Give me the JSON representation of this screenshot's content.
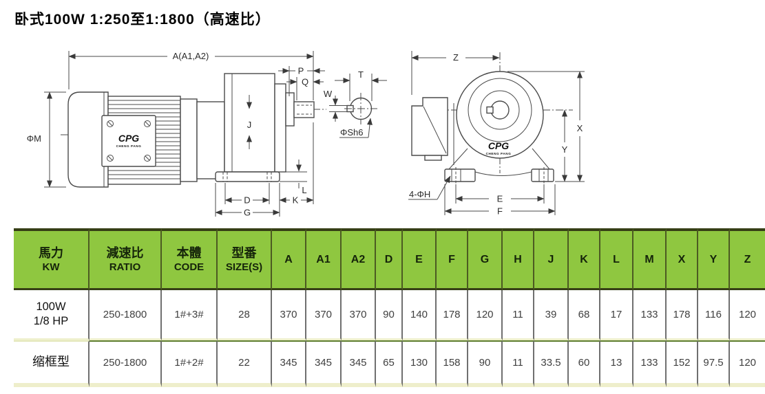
{
  "title": "卧式100W 1:250至1:1800（高速比）",
  "diagram": {
    "side": {
      "dim_a": "A(A1,A2)",
      "dim_m": "ΦM",
      "dim_p": "P",
      "dim_q": "Q",
      "dim_j": "J",
      "dim_d": "D",
      "dim_g": "G",
      "dim_k": "K",
      "dim_l": "L",
      "logo": "CPG",
      "logo_sub": "CHENG PANG"
    },
    "shaft_section": {
      "dim_t": "T",
      "dim_w": "W",
      "dim_shaft": "ΦSh6"
    },
    "front": {
      "dim_z": "Z",
      "dim_x": "X",
      "dim_y": "Y",
      "dim_e": "E",
      "dim_f": "F",
      "dim_hole": "4-ΦH",
      "logo": "CPG",
      "logo_sub": "CHENG PANG"
    }
  },
  "table": {
    "headers": [
      {
        "zh": "馬力",
        "en": "KW"
      },
      {
        "zh": "減速比",
        "en": "RATIO"
      },
      {
        "zh": "本體",
        "en": "CODE"
      },
      {
        "zh": "型番",
        "en": "SIZE(S)"
      },
      {
        "label": "A"
      },
      {
        "label": "A1"
      },
      {
        "label": "A2"
      },
      {
        "label": "D"
      },
      {
        "label": "E"
      },
      {
        "label": "F"
      },
      {
        "label": "G"
      },
      {
        "label": "H"
      },
      {
        "label": "J"
      },
      {
        "label": "K"
      },
      {
        "label": "L"
      },
      {
        "label": "M"
      },
      {
        "label": "X"
      },
      {
        "label": "Y"
      },
      {
        "label": "Z"
      }
    ],
    "rows": [
      {
        "name": [
          "100W",
          "1/8 HP"
        ],
        "cells": [
          "250-1800",
          "1#+3#",
          "28",
          "370",
          "370",
          "370",
          "90",
          "140",
          "178",
          "120",
          "11",
          "39",
          "68",
          "17",
          "133",
          "178",
          "116",
          "120"
        ]
      },
      {
        "name": [
          "缩框型"
        ],
        "cells": [
          "250-1800",
          "1#+2#",
          "22",
          "345",
          "345",
          "345",
          "65",
          "130",
          "158",
          "90",
          "11",
          "33.5",
          "60",
          "13",
          "133",
          "152",
          "97.5",
          "120"
        ]
      }
    ]
  },
  "colors": {
    "header_bg": "#8fc740",
    "header_border": "#363f16",
    "row_separator_olive": "#5d7d2e",
    "row_separator_cream": "#eef0cc",
    "bottom_band": "#eeeecb",
    "cell_border_gray": "#6f6f6f"
  }
}
